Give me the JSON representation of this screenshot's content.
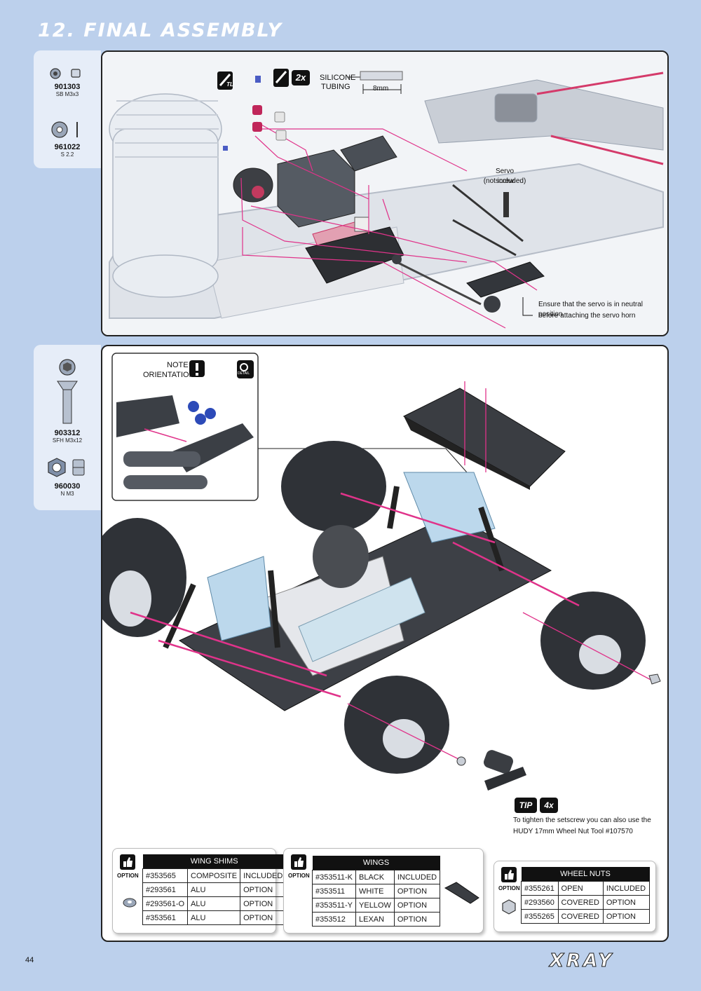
{
  "header": {
    "title": "12. FINAL ASSEMBLY"
  },
  "parts_top": [
    {
      "code": "901303",
      "desc": "SB M3x3"
    },
    {
      "code": "961022",
      "desc": "S 2.2"
    }
  ],
  "parts_bottom": [
    {
      "code": "903312",
      "desc": "SFH M3x12"
    },
    {
      "code": "960030",
      "desc": "N M3"
    }
  ],
  "step1": {
    "tool_badge": "TL",
    "qty_badge": "2x",
    "tubing_label_1": "SILICONE",
    "tubing_label_2": "TUBING",
    "tubing_length": "8mm",
    "servo_screw_1": "Servo screw",
    "servo_screw_2": "(not included)",
    "note_1": "Ensure that the servo is in neutral position",
    "note_2": "before attaching the servo horn"
  },
  "step2": {
    "note_label_1": "NOTE",
    "note_label_2": "ORIENTATION",
    "detail_label": "DETAIL",
    "tip_badge": "TIP",
    "tip_qty": "4x",
    "tip_text_1": "To tighten the setscrew you can also use the",
    "tip_text_2": "HUDY 17mm Wheel Nut Tool #107570"
  },
  "options": {
    "label": "OPTION",
    "wing_shims": {
      "title": "WING SHIMS",
      "rows": [
        [
          "#353565",
          "COMPOSITE",
          "INCLUDED"
        ],
        [
          "#293561",
          "ALU",
          "OPTION"
        ],
        [
          "#293561-O",
          "ALU",
          "OPTION"
        ],
        [
          "#353561",
          "ALU",
          "OPTION"
        ]
      ]
    },
    "wings": {
      "title": "WINGS",
      "rows": [
        [
          "#353511-K",
          "BLACK",
          "INCLUDED"
        ],
        [
          "#353511",
          "WHITE",
          "OPTION"
        ],
        [
          "#353511-Y",
          "YELLOW",
          "OPTION"
        ],
        [
          "#353512",
          "LEXAN",
          "OPTION"
        ]
      ]
    },
    "wheel_nuts": {
      "title": "WHEEL NUTS",
      "rows": [
        [
          "#355261",
          "OPEN",
          "INCLUDED"
        ],
        [
          "#293560",
          "COVERED",
          "OPTION"
        ],
        [
          "#355265",
          "COVERED",
          "OPTION"
        ]
      ]
    }
  },
  "footer": {
    "page": "44",
    "brand": "XRAY"
  },
  "colors": {
    "background": "#bcd0ec",
    "accent": "#e0338a",
    "frame": "#222222"
  }
}
